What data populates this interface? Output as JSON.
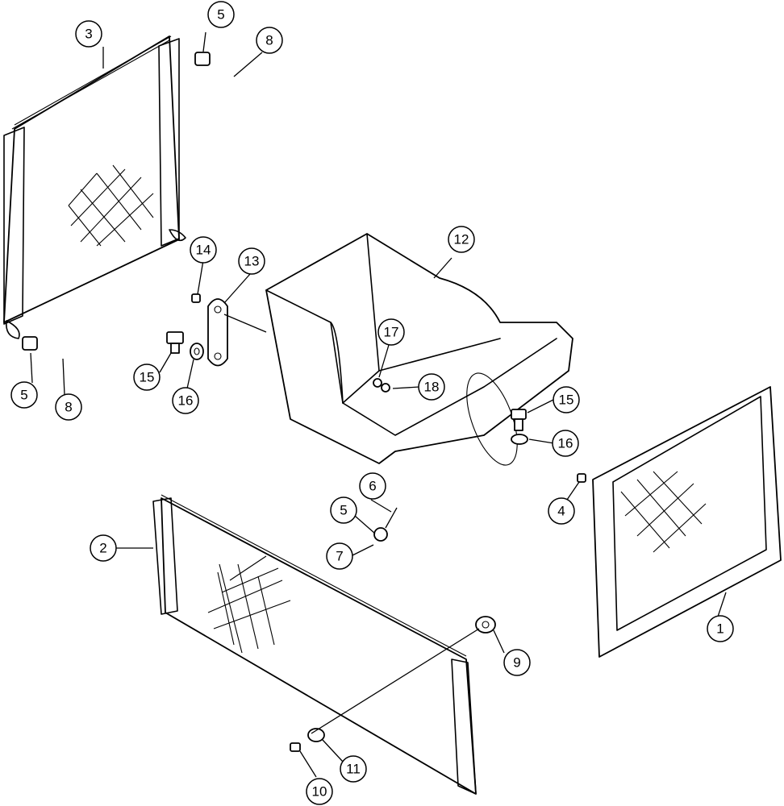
{
  "callouts": {
    "c1": "1",
    "c2": "2",
    "c3": "3",
    "c4": "4",
    "c5a": "5",
    "c5b": "5",
    "c5c": "5",
    "c6": "6",
    "c7": "7",
    "c8a": "8",
    "c8b": "8",
    "c9": "9",
    "c10": "10",
    "c11": "11",
    "c12": "12",
    "c13": "13",
    "c14": "14",
    "c15a": "15",
    "c15b": "15",
    "c16a": "16",
    "c16b": "16",
    "c17": "17",
    "c18": "18"
  },
  "icons": [
    "screen-panel",
    "hinge-bracket",
    "bolt",
    "washer",
    "nut",
    "tray"
  ],
  "colors": {
    "ink": "#000000",
    "paper": "#ffffff"
  }
}
